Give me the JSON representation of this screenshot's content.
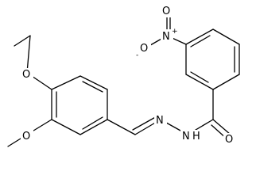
{
  "molecule": {
    "atoms": {
      "nitro_oxygen_top": "O",
      "nitro_nitrogen": "N",
      "nitro_charge_plus": "+",
      "nitro_oxygen_left": "O",
      "nitro_charge_minus": "-",
      "ethoxy_oxygen": "O",
      "methoxy_oxygen": "O",
      "imine_nitrogen": "N",
      "hydrazide_nitrogen": "N",
      "hydrazide_hydrogen": "H",
      "carbonyl_oxygen": "O"
    }
  }
}
